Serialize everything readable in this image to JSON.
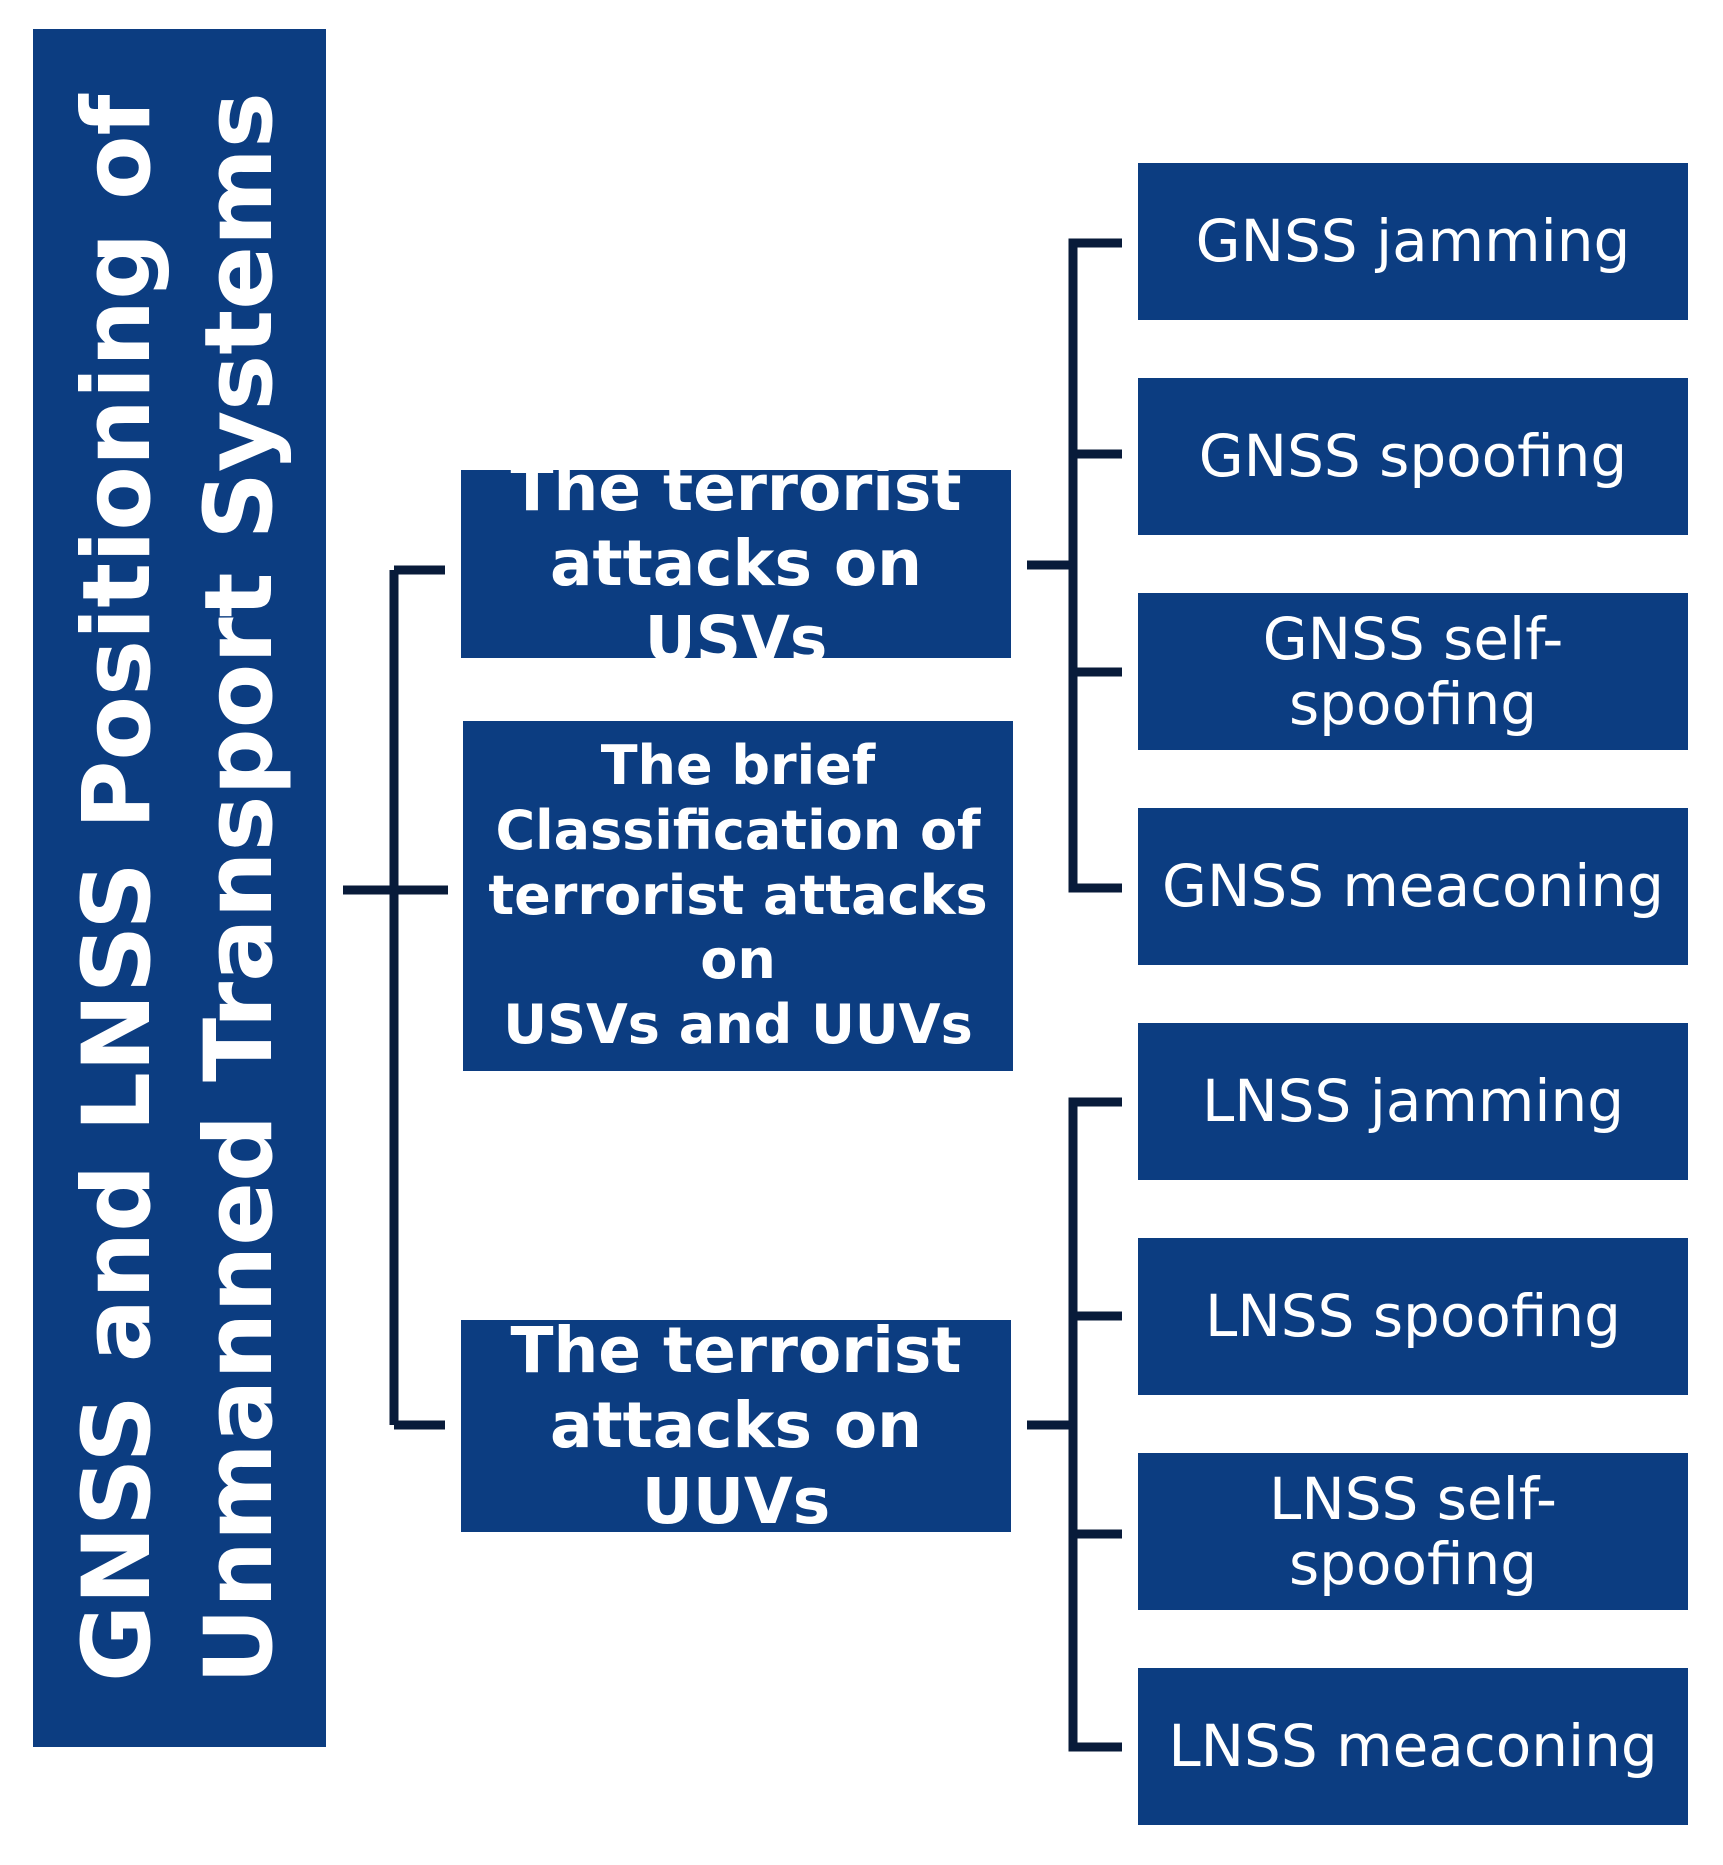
{
  "root": {
    "line1": "GNSS and LNSS Positioning of",
    "line2": "Unmanned Transport Systems"
  },
  "middle": {
    "usv": "The terrorist\nattacks on USVs",
    "classification": "The brief\nClassification of\nterrorist attacks on\nUSVs and UUVs",
    "uuv": "The terrorist\nattacks on UUVs"
  },
  "usv_attacks": [
    "GNSS jamming",
    "GNSS spoofing",
    "GNSS self-\nspoofing",
    "GNSS meaconing"
  ],
  "uuv_attacks": [
    "LNSS jamming",
    "LNSS spoofing",
    "LNSS self-\nspoofing",
    "LNSS meaconing"
  ],
  "colors": {
    "box_fill": "#0c3d81",
    "connector": "#081b3a",
    "text": "#ffffff"
  }
}
